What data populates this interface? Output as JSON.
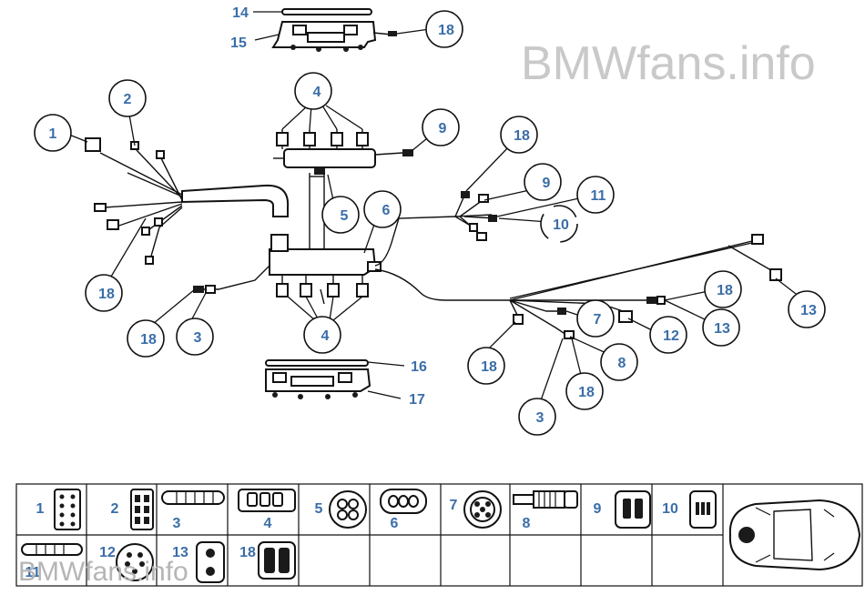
{
  "watermark": "BMWfans.info",
  "colors": {
    "callout_text": "#3a6ea8",
    "line": "#111111",
    "watermark": "#c9c9c9"
  },
  "callouts": {
    "c1": "1",
    "c2": "2",
    "c3a": "3",
    "c3b": "3",
    "c4a": "4",
    "c4b": "4",
    "c5": "5",
    "c6": "6",
    "c7": "7",
    "c8": "8",
    "c9a": "9",
    "c9b": "9",
    "c10": "10",
    "c11": "11",
    "c12": "12",
    "c13a": "13",
    "c13b": "13",
    "c14": "14",
    "c15": "15",
    "c16": "16",
    "c17": "17",
    "c18a": "18",
    "c18b": "18",
    "c18c": "18",
    "c18d": "18",
    "c18e": "18",
    "c18f": "18"
  },
  "legend": {
    "cells": [
      {
        "num": "1",
        "icon": "connector-12pin-icon"
      },
      {
        "num": "2",
        "icon": "connector-6pin-icon"
      },
      {
        "num": "3",
        "icon": "cable-sleeve-icon"
      },
      {
        "num": "4",
        "icon": "connector-3pin-icon"
      },
      {
        "num": "5",
        "icon": "round-4pin-plug-icon"
      },
      {
        "num": "6",
        "icon": "oval-3pin-plug-icon"
      },
      {
        "num": "7",
        "icon": "round-5pin-plug-icon"
      },
      {
        "num": "8",
        "icon": "bellows-boot-icon"
      },
      {
        "num": "9",
        "icon": "connector-2pin-icon"
      },
      {
        "num": "10",
        "icon": "connector-3pin-small-icon"
      },
      {
        "num": "11",
        "icon": "bellows-short-icon"
      },
      {
        "num": "12",
        "icon": "round-multipin-plug-icon"
      },
      {
        "num": "13",
        "icon": "double-connector-icon"
      },
      {
        "num": "18",
        "icon": "connector-2pin-housing-icon"
      }
    ],
    "car_icon": "car-topview-icon"
  }
}
